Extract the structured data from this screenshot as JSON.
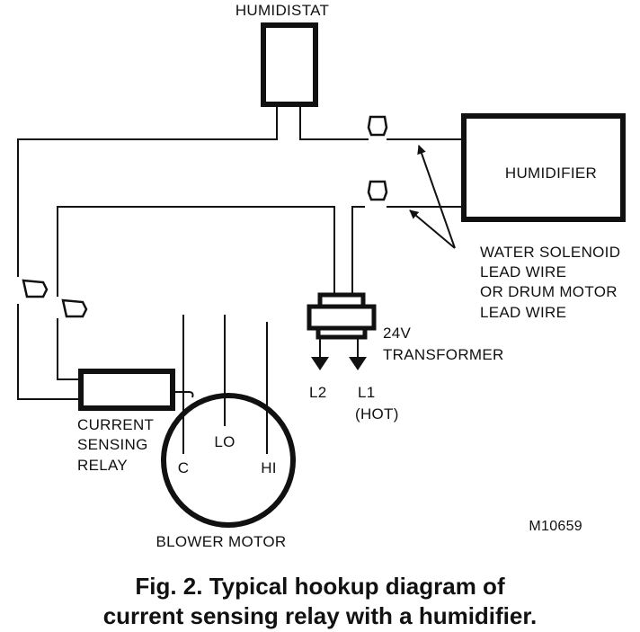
{
  "diagram": {
    "humidistat": "HUMIDISTAT",
    "humidifier": "HUMIDIFIER",
    "lead_wire_note": [
      "WATER SOLENOID",
      "LEAD WIRE",
      "OR DRUM MOTOR",
      "LEAD WIRE"
    ],
    "transformer": [
      "24V",
      "TRANSFORMER"
    ],
    "l2": "L2",
    "l1": [
      "L1",
      "(HOT)"
    ],
    "relay": [
      "CURRENT",
      "SENSING",
      "RELAY"
    ],
    "motor_terminals": {
      "c": "C",
      "lo": "LO",
      "hi": "HI"
    },
    "blower_motor": "BLOWER MOTOR",
    "figure_code": "M10659"
  },
  "caption": {
    "line1": "Fig. 2. Typical hookup diagram of",
    "line2": "current sensing relay with a humidifier."
  }
}
